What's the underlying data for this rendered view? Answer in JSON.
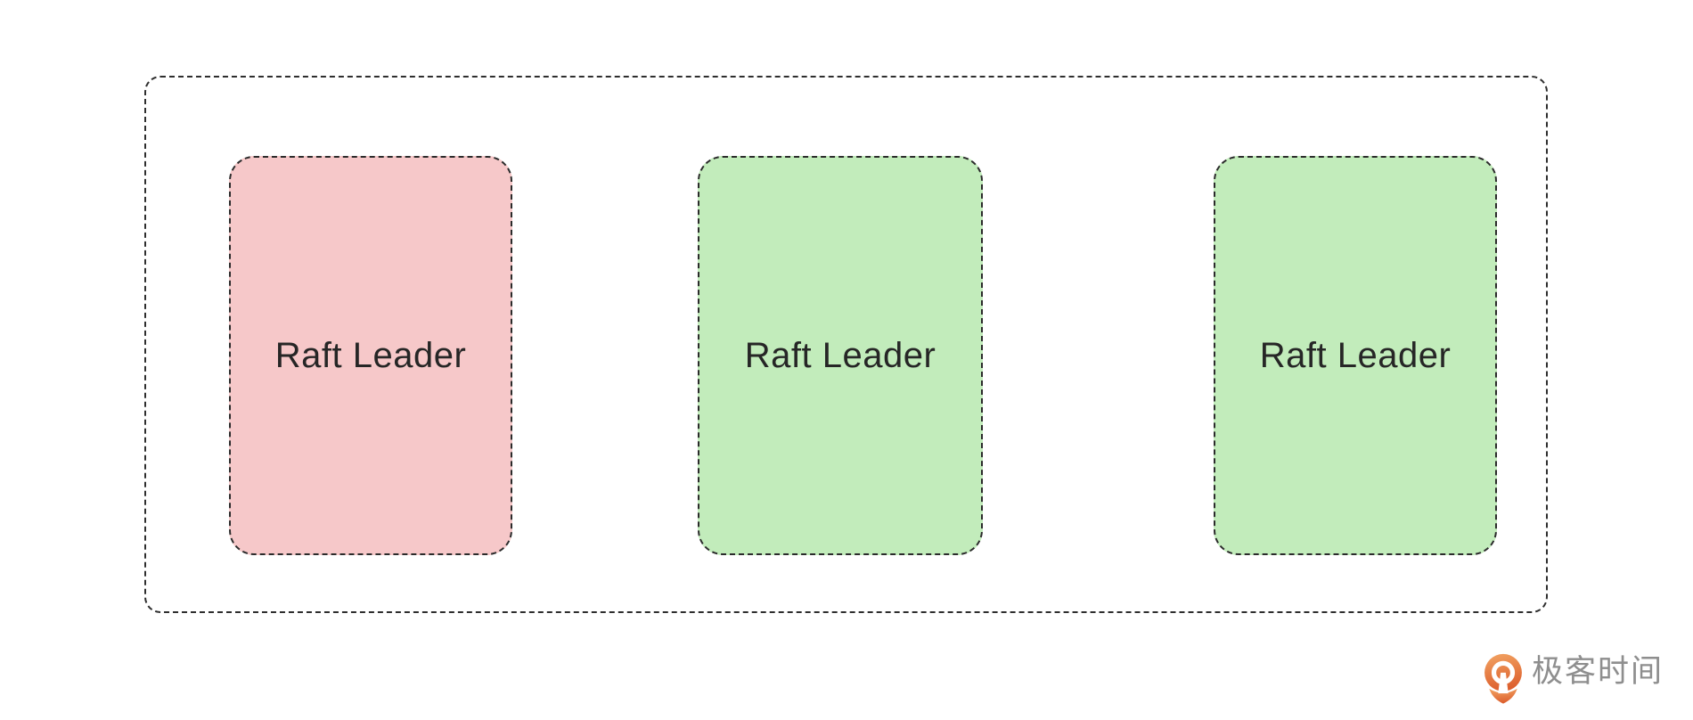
{
  "diagram": {
    "type": "cluster-diagram",
    "cluster": {
      "border_style": "dashed",
      "border_color": "#2e2e2e",
      "background": "#ffffff"
    },
    "nodes": [
      {
        "label": "Raft Leader",
        "status": "failed",
        "fill_color": "#f6c8c9",
        "border_color": "#2b2b2b"
      },
      {
        "label": "Raft Leader",
        "status": "healthy",
        "fill_color": "#c2ecbb",
        "border_color": "#2b2b2b"
      },
      {
        "label": "Raft Leader",
        "status": "healthy",
        "fill_color": "#c2ecbb",
        "border_color": "#2b2b2b"
      }
    ],
    "text_color": "#262626"
  },
  "watermark": {
    "brand_name": "极客时间",
    "icon": "geektime-pin-icon",
    "icon_gradient_top": "#f2a463",
    "icon_gradient_bottom": "#dd602e",
    "text_color": "#8e8e8e"
  }
}
